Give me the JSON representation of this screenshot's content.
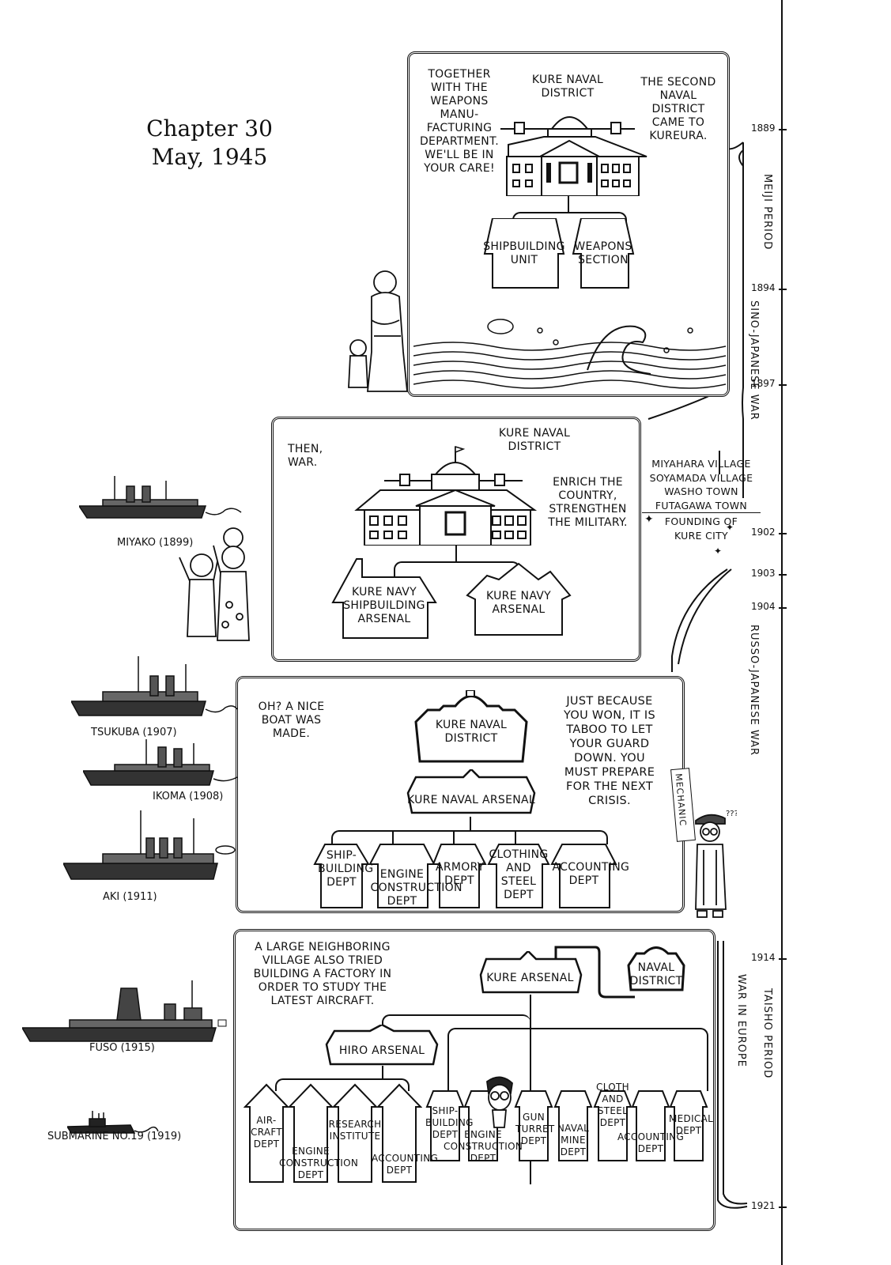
{
  "chapter": {
    "title": "Chapter 30",
    "date": "May, 1945"
  },
  "timeline": {
    "ticks": [
      "1889",
      "1894",
      "1897",
      "1902",
      "1903",
      "1904",
      "1914",
      "1921"
    ],
    "periods": [
      "Meiji Period",
      "Taisho Period"
    ],
    "wars": [
      "Sino-Japanese War",
      "Russo-Japanese War",
      "War in Europe"
    ]
  },
  "panel1": {
    "speech_left": "Together with the weapons manu-facturing department. We'll be in your care!",
    "building_label": "Kure Naval District",
    "speech_right": "The second naval district came to Kureura.",
    "units": [
      "Shipbuilding Unit",
      "Weapons Section"
    ]
  },
  "panel2": {
    "speech_left": "Then, war.",
    "building_label": "Kure Naval District",
    "speech_right": "Enrich the country, strengthen the military.",
    "units": [
      "Kure Navy Shipbuilding Arsenal",
      "Kure Navy Arsenal"
    ],
    "side_note": {
      "villages": [
        "Miyahara Village",
        "Soyamada Village",
        "Washo Town",
        "Futagawa Town"
      ],
      "founding": "Founding of Kure City"
    }
  },
  "panel3": {
    "speech_left": "Oh? A nice boat was made.",
    "top": "Kure Naval District",
    "middle": "Kure Naval Arsenal",
    "speech_right": "Just because you won, it is taboo to let your guard down. You must prepare for the next crisis.",
    "depts": [
      "Ship-building Dept",
      "Engine Construction Dept",
      "Armory Dept",
      "Clothing and Steel Dept",
      "Accounting Dept"
    ],
    "mechanic_tag": "Mechanic"
  },
  "panel4": {
    "speech_left": "A large neighboring village also tried building a factory in order to study the latest aircraft.",
    "kure_arsenal": "Kure Arsenal",
    "naval_district": "Naval District",
    "hiro_arsenal": "Hiro Arsenal",
    "hiro_depts": [
      "Air-craft Dept",
      "Engine Construction Dept",
      "Research Institute",
      "Accounting Dept"
    ],
    "kure_depts": [
      "Ship-building Dept",
      "Engine Construction Dept",
      "Gun Turret Dept",
      "Naval Mine Dept",
      "Cloth and Steel Dept",
      "Accounting Dept",
      "Medical Dept"
    ]
  },
  "ships": [
    {
      "name": "Miyako (1899)"
    },
    {
      "name": "Tsukuba (1907)"
    },
    {
      "name": "Ikoma (1908)"
    },
    {
      "name": "Aki (1911)"
    },
    {
      "name": "Fuso (1915)"
    },
    {
      "name": "Submarine No.19 (1919)"
    }
  ]
}
